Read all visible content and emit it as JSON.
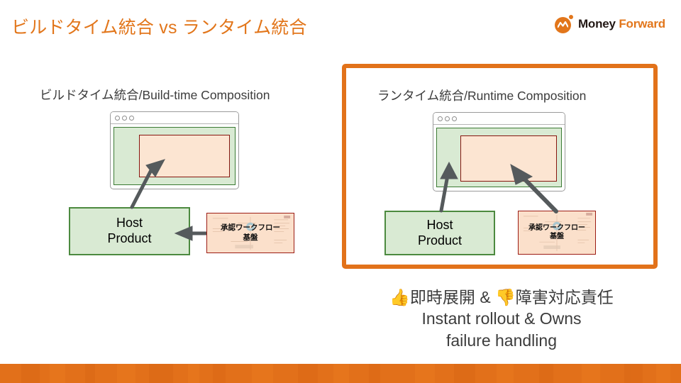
{
  "slide": {
    "title": "ビルドタイム統合 vs ランタイム統合",
    "background_color": "#ffffff",
    "accent_color": "#e2761b"
  },
  "logo": {
    "name_part1": "Money",
    "name_part2": "Forward",
    "mark_color": "#e2761b"
  },
  "panels": [
    {
      "id": "build-time",
      "title": "ビルドタイム統合/Build-time Composition",
      "highlighted": false,
      "browser": {
        "dots": 3,
        "outer_fill": "#d9ead3",
        "outer_border": "#3b7a33",
        "inner_fill": "#fce5d2",
        "inner_border": "#86160f"
      },
      "host_box": {
        "line1": "Host",
        "line2": "Product",
        "fill": "#d9ead3",
        "border": "#4c8a3f"
      },
      "workflow_card": {
        "line1": "承認ワークフロー",
        "line2": "基盤",
        "fill": "#fbe0cb",
        "border": "#9c1c14"
      },
      "arrows": [
        {
          "name": "host-to-inner-panel",
          "from": "host-product",
          "to": "browser-inner-region"
        },
        {
          "name": "workflow-to-host",
          "from": "workflow-card",
          "to": "host-product"
        }
      ]
    },
    {
      "id": "runtime",
      "title": "ランタイム統合/Runtime Composition",
      "highlighted": true,
      "highlight_color": "#e2721a",
      "browser": {
        "dots": 3,
        "outer_fill": "#d9ead3",
        "outer_border": "#3b7a33",
        "inner_fill": "#fce5d2",
        "inner_border": "#86160f"
      },
      "host_box": {
        "line1": "Host",
        "line2": "Product",
        "fill": "#d9ead3",
        "border": "#4c8a3f"
      },
      "workflow_card": {
        "line1": "承認ワークフロー",
        "line2": "基盤",
        "fill": "#fbe0cb",
        "border": "#9c1c14"
      },
      "arrows": [
        {
          "name": "host-to-outer-region",
          "from": "host-product",
          "to": "browser-outer-region"
        },
        {
          "name": "workflow-to-inner-region",
          "from": "workflow-card",
          "to": "browser-inner-region"
        }
      ]
    }
  ],
  "caption": {
    "line1": "👍即時展開 & 👎障害対応責任",
    "line2": "Instant rollout & Owns",
    "line3": "failure handling"
  },
  "footer": {
    "bar_color": "#e2701a"
  }
}
